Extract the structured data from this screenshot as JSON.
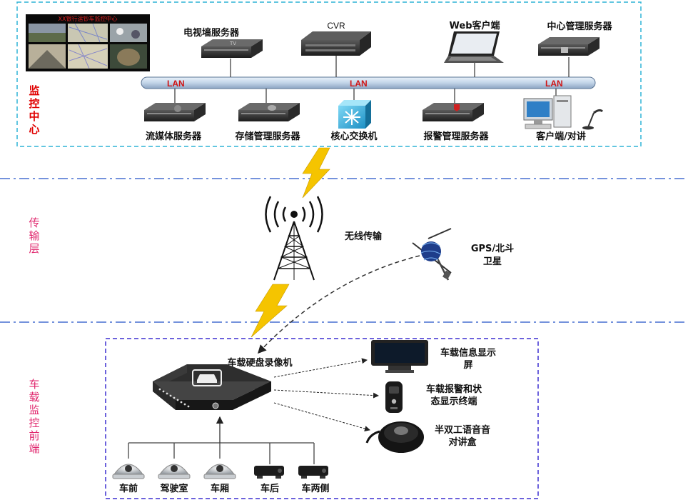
{
  "layers": {
    "center": "监控中心",
    "transport": "传输层",
    "vehicle": "车载监控前端"
  },
  "video_wall": {
    "banner": "XX银行运钞车监控中心"
  },
  "lan_label": "LAN",
  "top_devices": {
    "tv_wall": "电视墙服务器",
    "cvr": "CVR",
    "web_client": "Web客户端",
    "center_mgmt": "中心管理服务器"
  },
  "bottom_devices": {
    "streaming": "流媒体服务器",
    "storage": "存储管理服务器",
    "core_switch": "核心交换机",
    "alarm": "报警管理服务器",
    "client": "客户端/对讲"
  },
  "transport": {
    "wireless": "无线传输",
    "satellite_line1": "GPS/北斗",
    "satellite_line2": "卫星"
  },
  "vehicle": {
    "dvr": "车载硬盘录像机",
    "info_screen_line1": "车载信息显示",
    "info_screen_line2": "屏",
    "alarm_line1": "车载报警和状",
    "alarm_line2": "态显示终端",
    "intercom_line1": "半双工语音音",
    "intercom_line2": "对讲盒"
  },
  "cameras": [
    "车前",
    "驾驶室",
    "车厢",
    "车后",
    "车两侧"
  ],
  "colors": {
    "center_border": "#2fb4d6",
    "vehicle_border": "#3b2fd0",
    "layer_divider": "#2050c8",
    "side_text_red": "#e00000",
    "side_text_pink": "#e0286e",
    "lan_text": "#d01515",
    "lightning": "#f5c400"
  }
}
